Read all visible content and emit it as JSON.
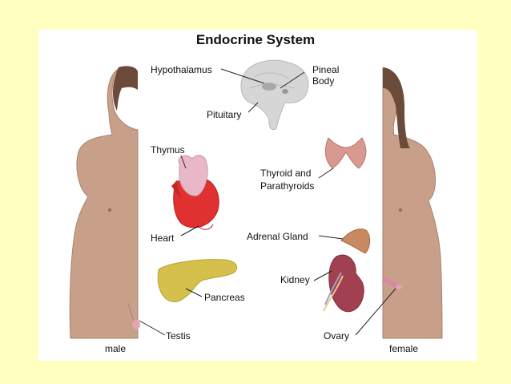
{
  "title": "Endocrine System",
  "labels": {
    "hypothalamus": "Hypothalamus",
    "pineal": "Pineal\nBody",
    "pituitary": "Pituitary",
    "thymus": "Thymus",
    "thyroid": "Thyroid and\nParathyroids",
    "heart": "Heart",
    "adrenal": "Adrenal Gland",
    "kidney": "Kidney",
    "pancreas": "Pancreas",
    "testis": "Testis",
    "ovary": "Ovary",
    "male": "male",
    "female": "female"
  },
  "colors": {
    "page_background": "#ffffc0",
    "panel": "#ffffff",
    "skin": "#c8a08a",
    "hair": "#6b4a3a",
    "brain": "#d6d6d6",
    "heart": "#e03030",
    "thymus": "#e8b8c8",
    "thyroid": "#d89a90",
    "pancreas": "#d4c04a",
    "kidney": "#a04050",
    "adrenal": "#c88a60"
  }
}
